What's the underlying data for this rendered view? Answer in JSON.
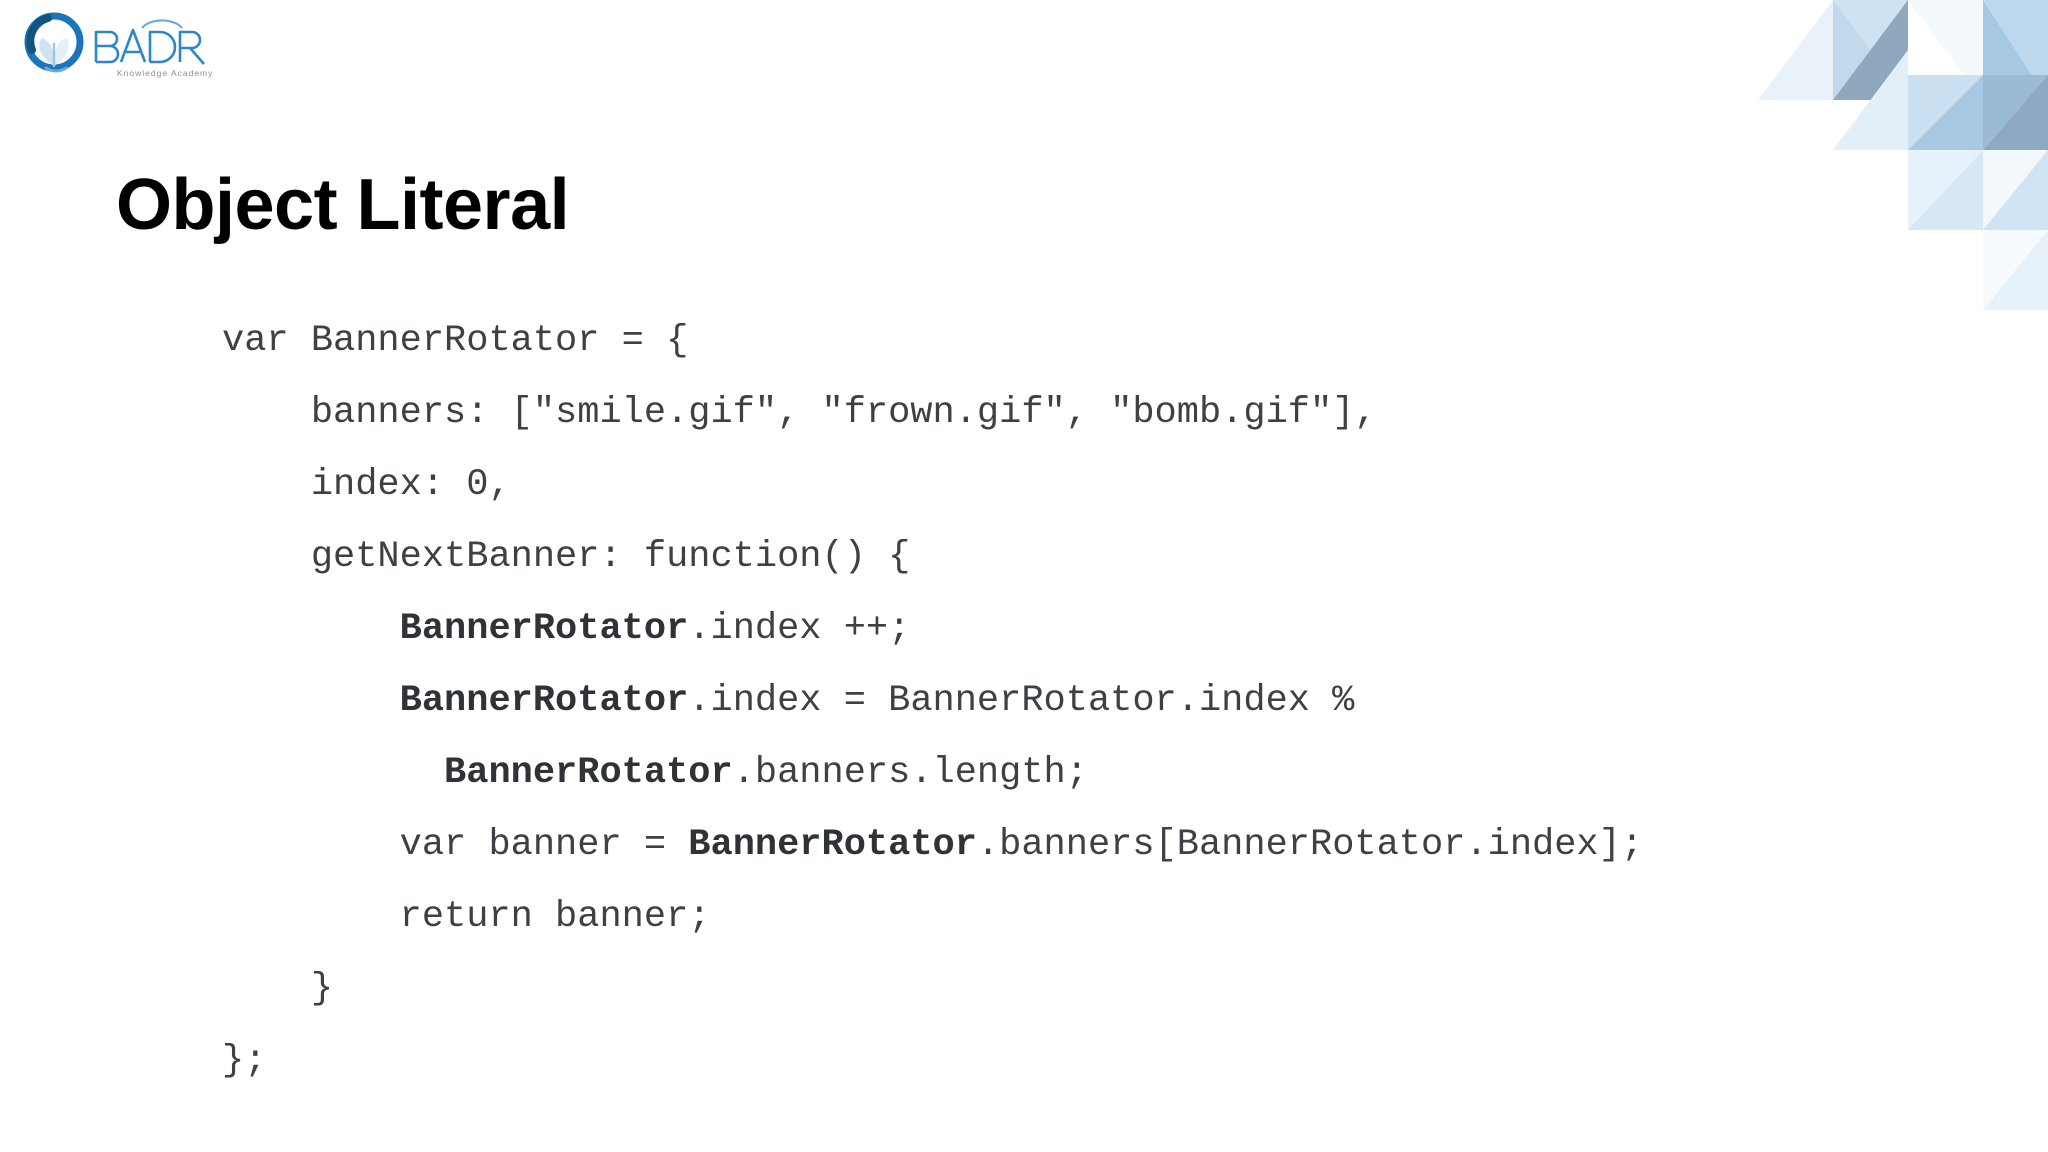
{
  "slide": {
    "title": "Object Literal",
    "background_color": "#ffffff",
    "title_color": "#000000",
    "code_color": "#3d4044"
  },
  "logo": {
    "brand": "BADR",
    "tagline": "Knowledge Academy",
    "mark_color": "#1b75bb",
    "mark_color_dark": "#1a5d92",
    "leaf_color": "#bcd9ec"
  },
  "decoration": {
    "name": "geometric-triangles",
    "colors": [
      "#eef4fa",
      "#dbe9f5",
      "#bcd7ec",
      "#9cc0dd",
      "#8fa8bd",
      "#f5f9fc"
    ]
  },
  "code": {
    "language": "javascript",
    "lines": [
      {
        "indent": 0,
        "spans": [
          {
            "text": "var BannerRotator = {",
            "bold": false
          }
        ]
      },
      {
        "indent": 1,
        "spans": [
          {
            "text": "banners: [\"smile.gif\", \"frown.gif\", \"bomb.gif\"],",
            "bold": false
          }
        ]
      },
      {
        "indent": 1,
        "spans": [
          {
            "text": "index: 0,",
            "bold": false
          }
        ]
      },
      {
        "indent": 1,
        "spans": [
          {
            "text": "getNextBanner: function() {",
            "bold": false
          }
        ]
      },
      {
        "indent": 2,
        "spans": [
          {
            "text": "BannerRotator",
            "bold": true
          },
          {
            "text": ".index ++;",
            "bold": false
          }
        ]
      },
      {
        "indent": 2,
        "spans": [
          {
            "text": "BannerRotator",
            "bold": true
          },
          {
            "text": ".index = BannerRotator.index %",
            "bold": false
          }
        ]
      },
      {
        "indent": 3,
        "spans": [
          {
            "text": "BannerRotator",
            "bold": true
          },
          {
            "text": ".banners.length;",
            "bold": false
          }
        ]
      },
      {
        "indent": 2,
        "spans": [
          {
            "text": "var banner = ",
            "bold": false
          },
          {
            "text": "BannerRotator",
            "bold": true
          },
          {
            "text": ".banners[BannerRotator.index];",
            "bold": false
          }
        ]
      },
      {
        "indent": 2,
        "spans": [
          {
            "text": "return banner;",
            "bold": false
          }
        ]
      },
      {
        "indent": 1,
        "spans": [
          {
            "text": "}",
            "bold": false
          }
        ]
      },
      {
        "indent": 0,
        "spans": [
          {
            "text": "};",
            "bold": false
          }
        ]
      }
    ]
  }
}
